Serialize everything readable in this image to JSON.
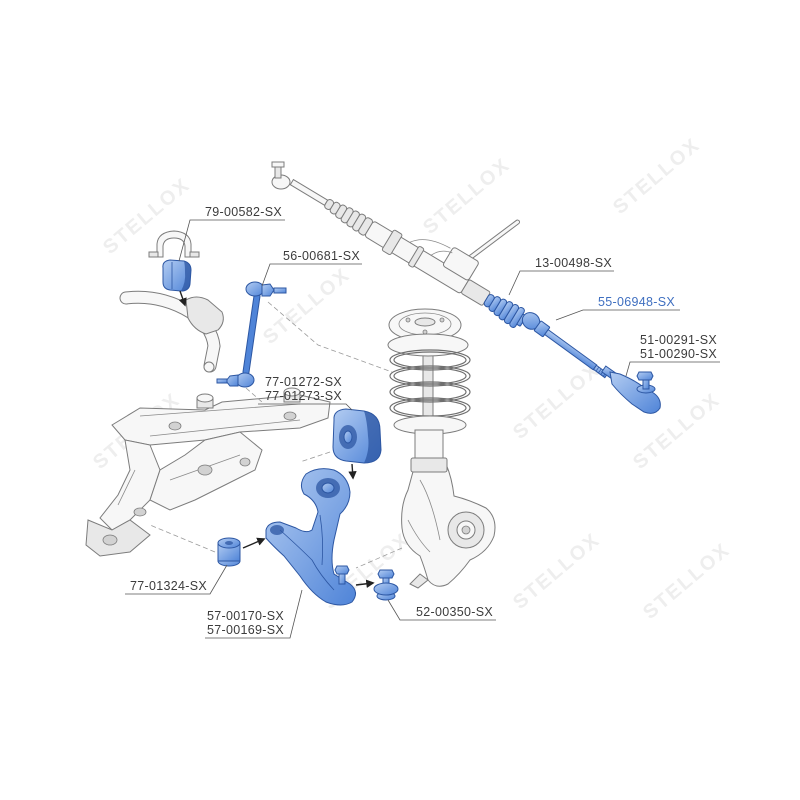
{
  "watermark": "STELLOX",
  "colors": {
    "highlight": "#4f84d8",
    "highlight_light": "#b4cdf2",
    "highlight_dark": "#2d57a3",
    "label": "#3c3c3c",
    "label_highlight": "#3f6fc0"
  },
  "labels": {
    "stabilizer_bushing": "79-00582-SX",
    "stabilizer_link": "56-00681-SX",
    "steering_boot": "13-00498-SX",
    "inner_tie_rod": "55-06948-SX",
    "tie_rod_end_a": "51-00291-SX",
    "tie_rod_end_b": "51-00290-SX",
    "arm_bushing_a": "77-01272-SX",
    "arm_bushing_b": "77-01273-SX",
    "rear_arm_bushing": "77-01324-SX",
    "control_arm_a": "57-00170-SX",
    "control_arm_b": "57-00169-SX",
    "ball_joint": "52-00350-SX"
  }
}
